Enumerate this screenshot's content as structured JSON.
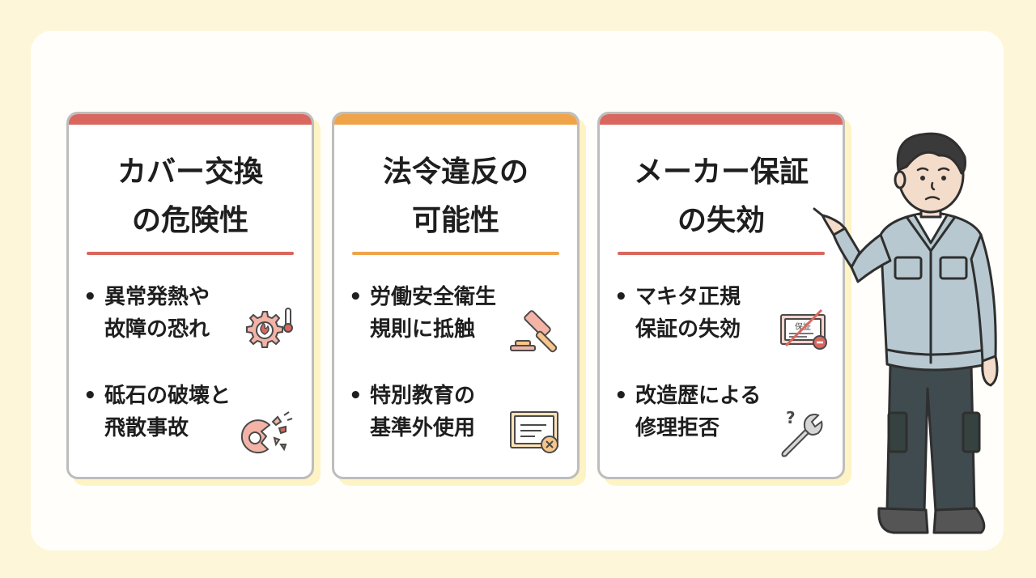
{
  "cards": [
    {
      "title": "カバー交換\nの危険性",
      "accent": "#d9675f",
      "bullets": [
        {
          "text": "異常発熱や\n故障の恐れ",
          "icon": "overheat-gear-icon"
        },
        {
          "text": "砥石の破壊と\n飛散事故",
          "icon": "broken-disc-icon"
        }
      ]
    },
    {
      "title": "法令違反の\n可能性",
      "accent": "#efa44a",
      "bullets": [
        {
          "text": "労働安全衛生\n規則に抵触",
          "icon": "gavel-icon"
        },
        {
          "text": "特別教育の\n基準外使用",
          "icon": "invalid-certificate-icon"
        }
      ]
    },
    {
      "title": "メーカー保証\nの失効",
      "accent": "#d9675f",
      "bullets": [
        {
          "text": "マキタ正規\n保証の失効",
          "icon": "void-warranty-icon"
        },
        {
          "text": "改造歴による\n修理拒否",
          "icon": "wrench-question-icon"
        }
      ]
    }
  ],
  "bullet_symbol": "•",
  "warranty_label": "保証",
  "question_mark": "?",
  "colors": {
    "background": "#fdf6d8",
    "panel": "#fffefb",
    "icon_fill": "#f3b3a6",
    "icon_stroke": "#4a4a4a"
  }
}
